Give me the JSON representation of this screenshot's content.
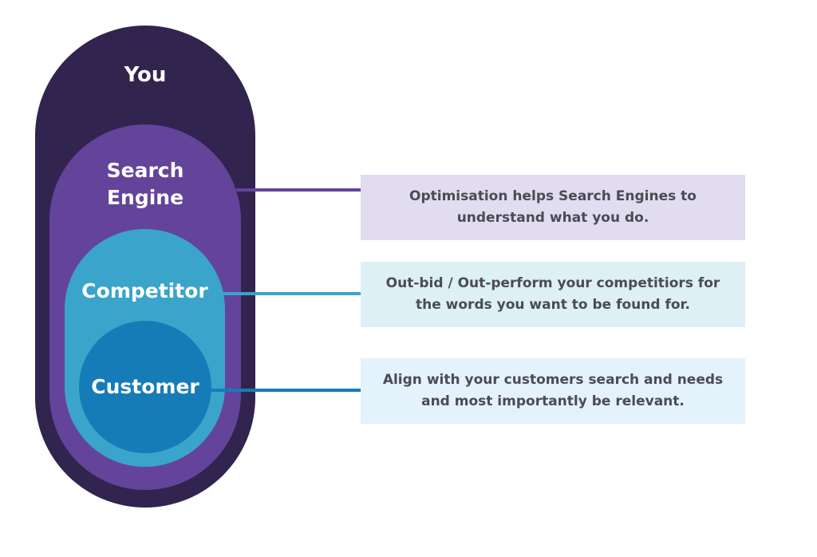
{
  "layers": {
    "you": "You",
    "search_engine": "Search\nEngine",
    "competitor": "Competitor",
    "customer": "Customer"
  },
  "notes": {
    "search_engine": "Optimisation helps Search Engines to\nunderstand what you do.",
    "competitor": "Out-bid / Out-perform your competitiors for\nthe words you want to be found for.",
    "customer": "Align with your customers search and needs\nand most importantly be relevant."
  },
  "colors": {
    "you": "#31244f",
    "search_engine": "#63449a",
    "competitor": "#3aa4cb",
    "customer": "#167cb7",
    "note_search_engine": "#e1dcef",
    "note_competitor": "#dcf0f6",
    "note_customer": "#e3f2fb"
  }
}
